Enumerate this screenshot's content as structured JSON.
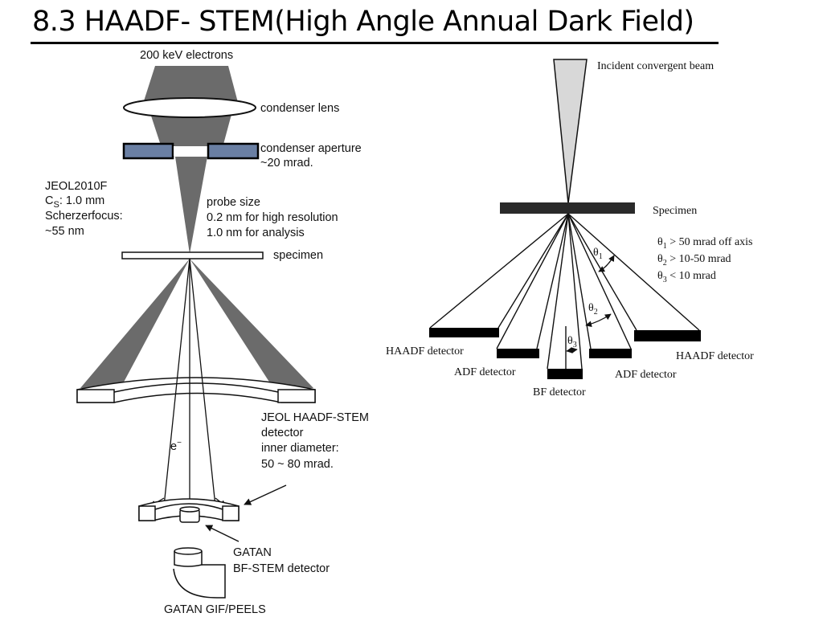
{
  "slide": {
    "title": "8.3 HAADF- STEM(High Angle Annual Dark Field)"
  },
  "left_diagram": {
    "source_label": "200 keV electrons",
    "condenser_lens": "condenser lens",
    "condenser_aperture": [
      "condenser aperture",
      "~20 mrad."
    ],
    "microscope_specs": {
      "model": "JEOL2010F",
      "cs_symbol": "C",
      "cs_subscript": "S",
      "cs_value": ": 1.0 mm",
      "scherzer_label": "Scherzerfocus:",
      "scherzer_value": "~55 nm"
    },
    "probe": [
      "probe size",
      "0.2 nm for high resolution",
      "1.0 nm for analysis"
    ],
    "specimen": "specimen",
    "electron_symbol": "e",
    "electron_superscript": "−",
    "haadf_detector": [
      "JEOL HAADF-STEM",
      "detector",
      "inner diameter:",
      "50 ~ 80 mrad."
    ],
    "bf_detector": [
      "GATAN",
      "BF-STEM detector"
    ],
    "gif": "GATAN GIF/PEELS",
    "colors": {
      "beam": "#6b6b6b",
      "aperture": "#6a7fa3",
      "outline": "#111111"
    }
  },
  "right_diagram": {
    "incident_beam": "Incident convergent beam",
    "specimen": "Specimen",
    "angles": [
      {
        "symbol": "θ",
        "sub": "1",
        "text": " > 50 mrad off axis"
      },
      {
        "symbol": "θ",
        "sub": "2",
        "text": " > 10-50 mrad"
      },
      {
        "symbol": "θ",
        "sub": "3",
        "text": " < 10 mrad"
      }
    ],
    "angle_marks": [
      {
        "symbol": "θ",
        "sub": "1"
      },
      {
        "symbol": "θ",
        "sub": "2"
      },
      {
        "symbol": "θ",
        "sub": "3"
      }
    ],
    "detectors": {
      "haadf_left": "HAADF detector",
      "adf_left": "ADF detector",
      "bf": "BF detector",
      "adf_right": "ADF detector",
      "haadf_right": "HAADF detector"
    },
    "colors": {
      "beam": "#d8d8d8",
      "specimen": "#2a2a2a",
      "detector": "#000000"
    }
  }
}
